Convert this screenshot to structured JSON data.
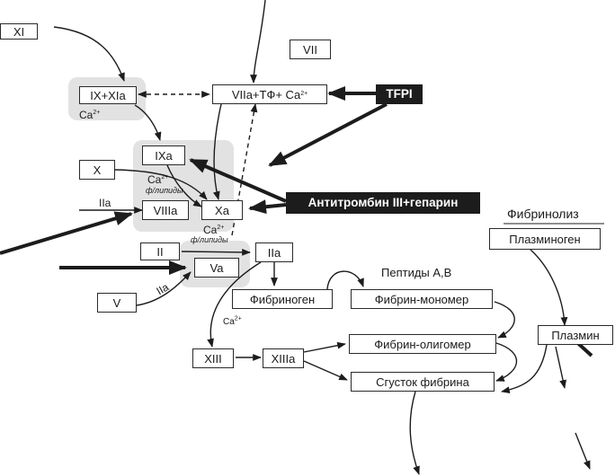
{
  "boxes": {
    "xi": "XI",
    "ix_xia": "IX+XIa",
    "vii": "VII",
    "viia_tf_ca": "VIIa+TФ+ Ca",
    "tfpi": "TFPI",
    "ixa": "IXa",
    "x": "X",
    "viiia": "VIIIa",
    "xa": "Xa",
    "antithrombin": "Антитромбин III+гепарин",
    "ii": "II",
    "iia": "IIa",
    "va": "Va",
    "v": "V",
    "fibrinogen": "Фибриноген",
    "fibrin_monomer": "Фибрин-мономер",
    "fibrin_oligomer": "Фибрин-олигомер",
    "clot": "Сгусток фибрина",
    "xiii": "XIII",
    "xiiia": "XIIIa",
    "plasminogen": "Плазминоген",
    "plasmin": "Плазмин"
  },
  "labels": {
    "ca": "Ca",
    "charge": "2+",
    "iia_small": "IIa",
    "phospholipids": "ф/липиды",
    "fibrinolysis": "Фибринолиз",
    "peptides": "Пептиды А,В"
  }
}
